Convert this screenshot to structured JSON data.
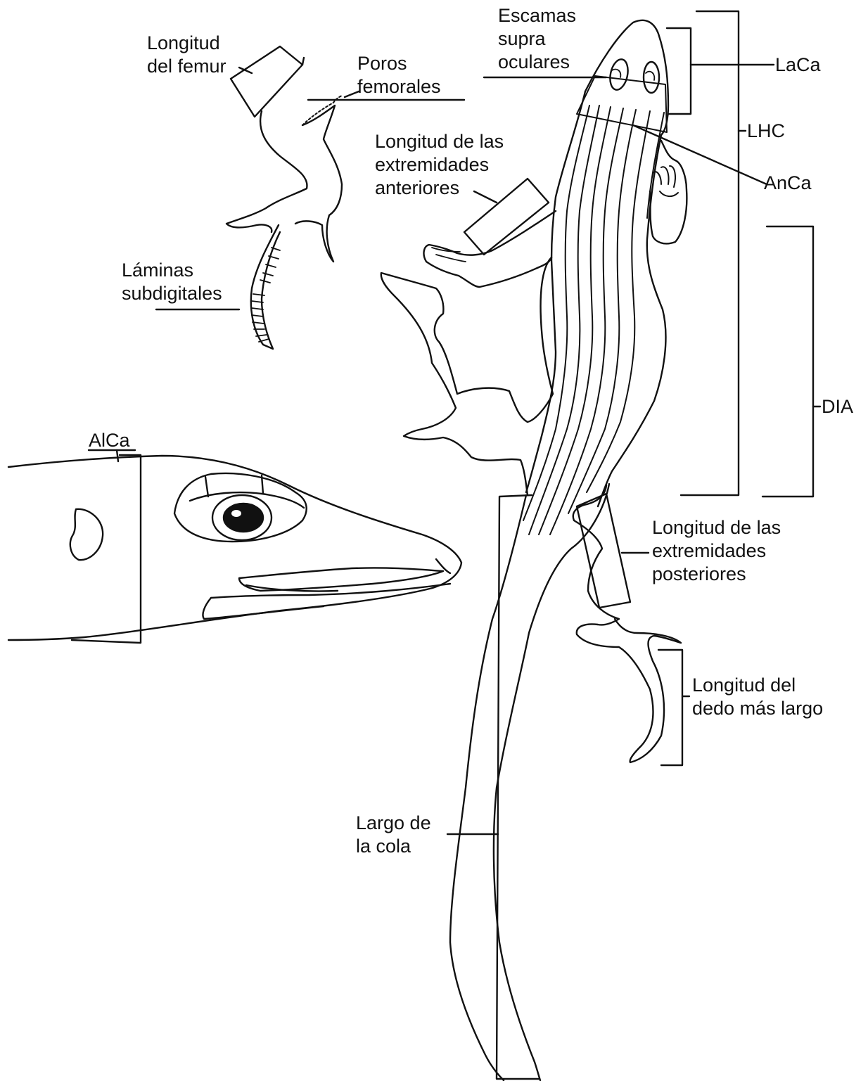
{
  "labels": {
    "escamas_supraoculares": [
      "Escamas",
      "supra",
      "oculares"
    ],
    "longitud_femur": [
      "Longitud",
      "del femur"
    ],
    "poros_femorales": [
      "Poros",
      "femorales"
    ],
    "laca": "LaCa",
    "lhc": "LHC",
    "anca": "AnCa",
    "ext_anteriores": [
      "Longitud de las",
      "extremidades",
      "anteriores"
    ],
    "laminas_subdigitales": [
      "Láminas",
      "subdigitales"
    ],
    "dia": "DIA",
    "alca": "AlCa",
    "ext_posteriores": [
      "Longitud de las",
      "extremidades",
      "posteriores"
    ],
    "dedo_largo": [
      "Longitud del",
      "dedo más largo"
    ],
    "largo_cola": [
      "Largo de",
      "la cola"
    ]
  },
  "colors": {
    "ink": "#111111",
    "background": "#ffffff"
  }
}
